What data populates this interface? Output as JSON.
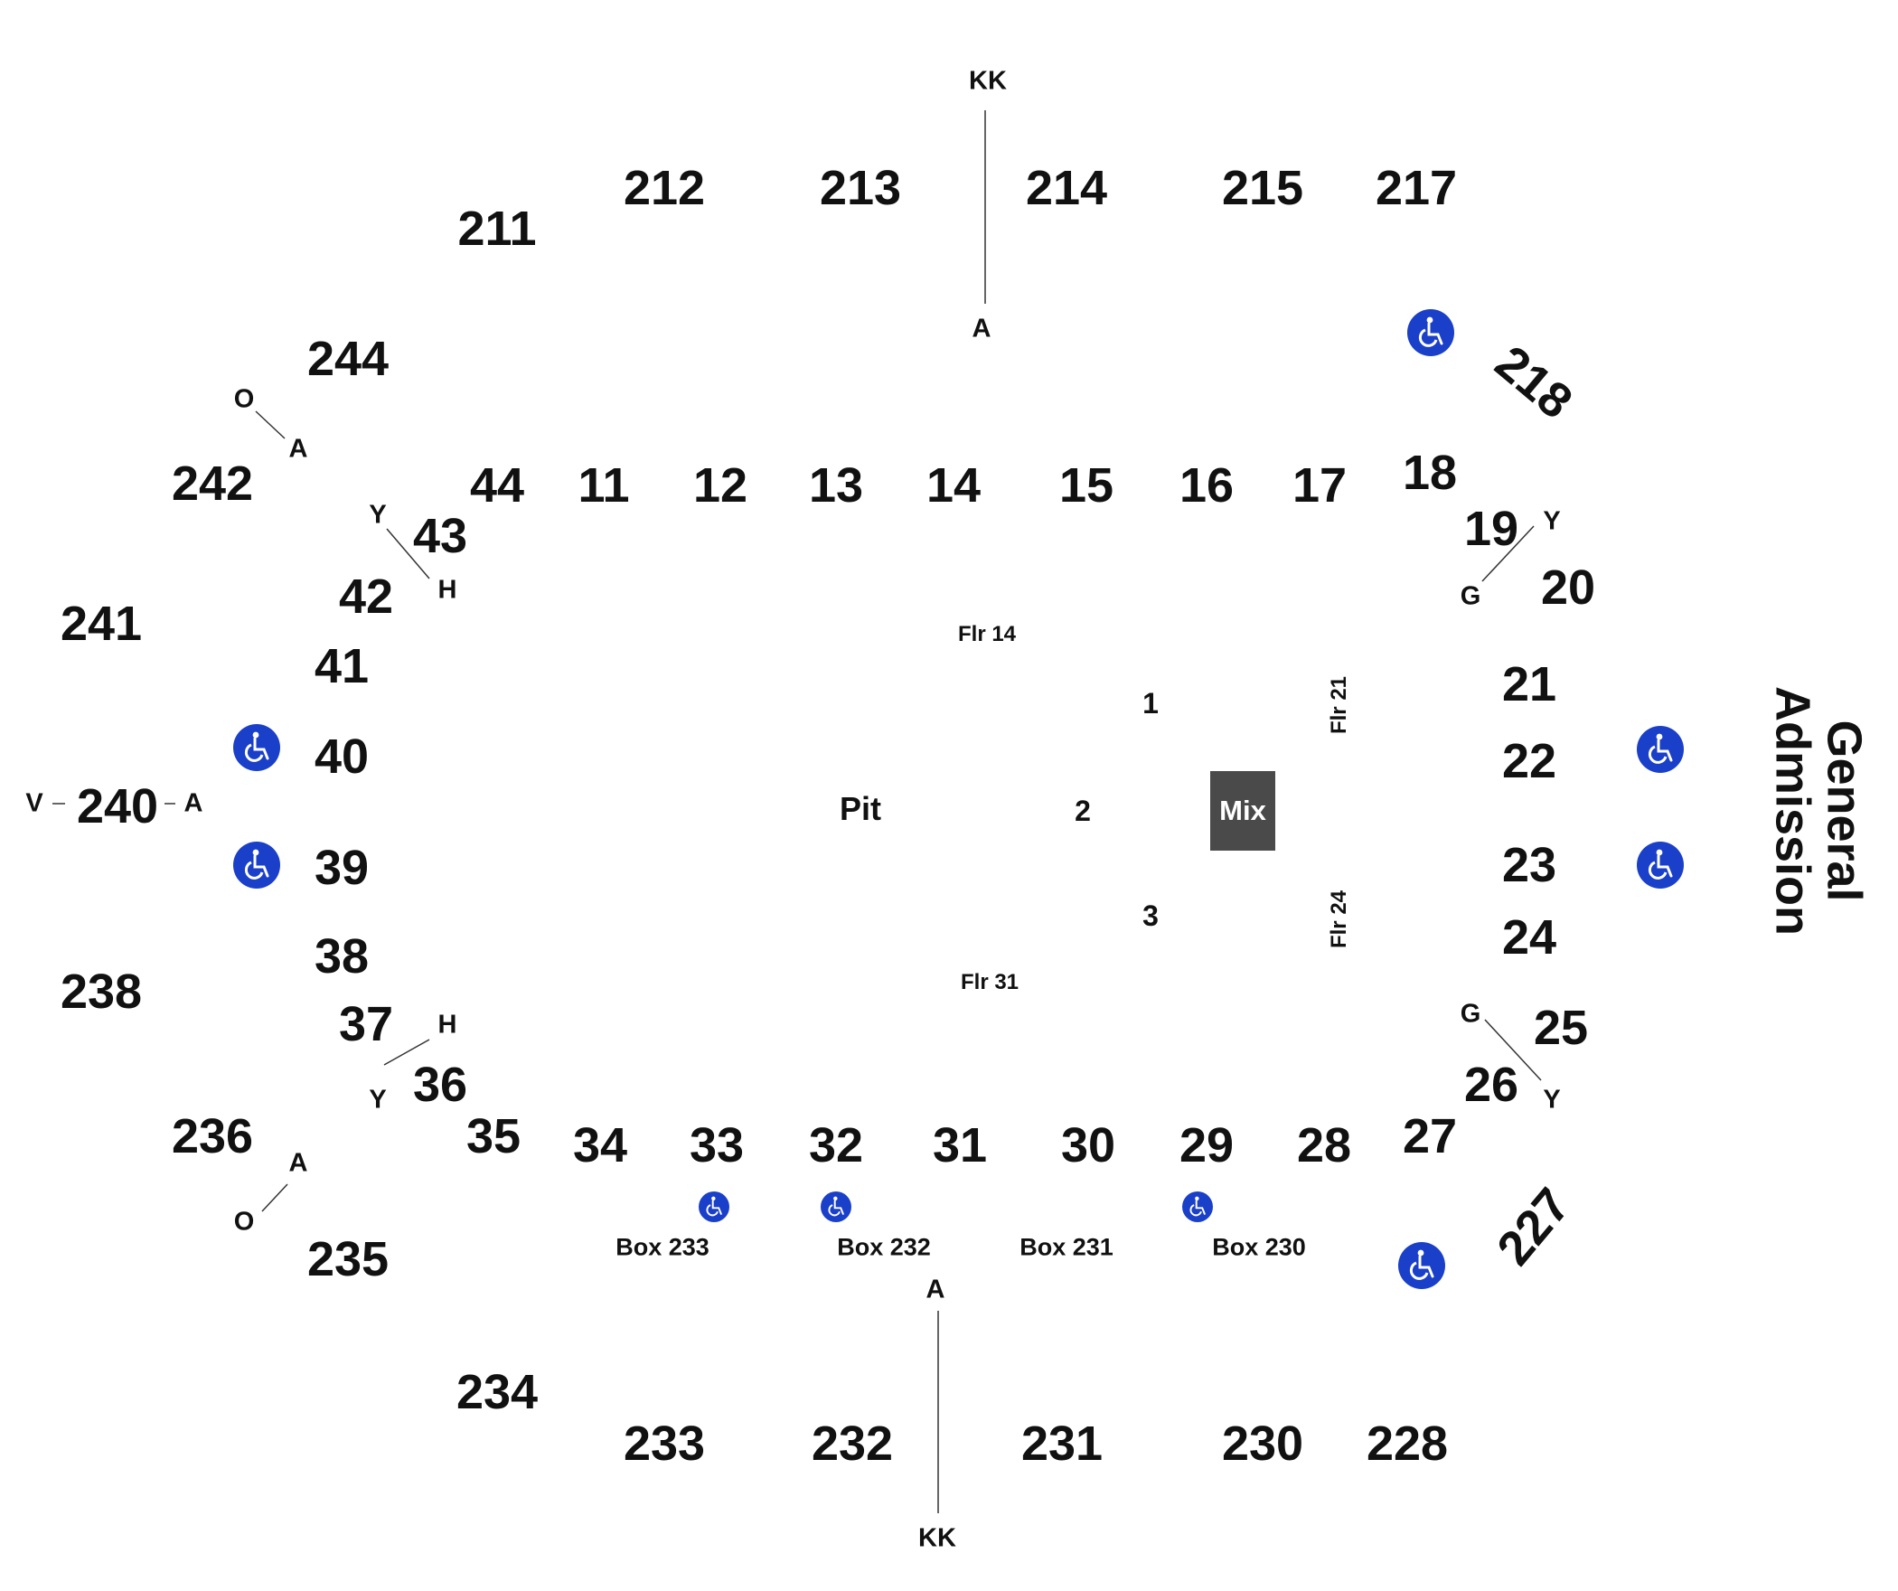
{
  "map": {
    "upper_sections": {
      "s211": "211",
      "s212": "212",
      "s213": "213",
      "s214": "214",
      "s215": "215",
      "s217": "217",
      "s218": "218",
      "s244": "244",
      "s242": "242",
      "s241": "241",
      "s240": "240",
      "s238": "238",
      "s236": "236",
      "s235": "235",
      "s234": "234",
      "s233": "233",
      "s232": "232",
      "s231": "231",
      "s230": "230",
      "s228": "228",
      "s227": "227"
    },
    "lower_sections": {
      "s11": "11",
      "s12": "12",
      "s13": "13",
      "s14": "14",
      "s15": "15",
      "s16": "16",
      "s17": "17",
      "s18": "18",
      "s19": "19",
      "s20": "20",
      "s21": "21",
      "s22": "22",
      "s23": "23",
      "s24": "24",
      "s25": "25",
      "s26": "26",
      "s27": "27",
      "s28": "28",
      "s29": "29",
      "s30": "30",
      "s31": "31",
      "s32": "32",
      "s33": "33",
      "s34": "34",
      "s35": "35",
      "s36": "36",
      "s37": "37",
      "s38": "38",
      "s39": "39",
      "s40": "40",
      "s41": "41",
      "s42": "42",
      "s43": "43",
      "s44": "44"
    },
    "row_markers": {
      "kk_top": "KK",
      "a_top": "A",
      "kk_bottom": "KK",
      "a_bottom": "A",
      "o_upper_left": "O",
      "a_upper_left": "A",
      "o_lower_left": "O",
      "a_lower_left": "A",
      "v_left": "V",
      "a_left": "A",
      "y_43": "Y",
      "h_43": "H",
      "h_37": "H",
      "y_36": "Y",
      "y_19": "Y",
      "g_20": "G",
      "g_25": "G",
      "y_26": "Y"
    },
    "boxes": {
      "b233": "Box 233",
      "b232": "Box 232",
      "b231": "Box 231",
      "b230": "Box 230"
    },
    "floor": {
      "pit": "Pit",
      "f1": "1",
      "f2": "2",
      "f3": "3",
      "flr14": "Flr 14",
      "flr31": "Flr 31",
      "flr21": "Flr 21",
      "flr24": "Flr 24",
      "mix": "Mix"
    },
    "general_admission": {
      "line1": "General",
      "line2": "Admission"
    },
    "colors": {
      "accessible": "#1a3fc9",
      "mix_booth": "#4a4a4a",
      "text": "#111111"
    },
    "icons": {
      "accessible": "wheelchair-icon"
    }
  }
}
